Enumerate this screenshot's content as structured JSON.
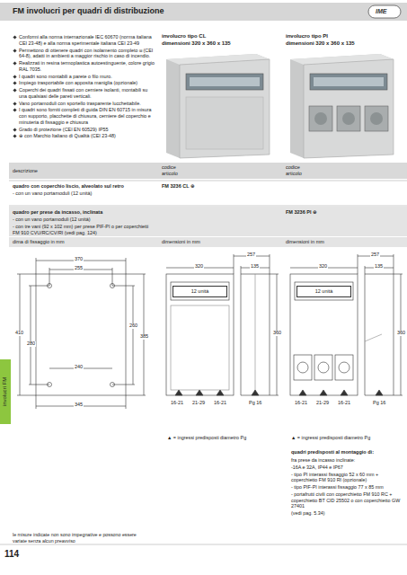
{
  "diagram": {
    "title": "FM involucri per quadri di distribuzione",
    "nodes": [
      {
        "text": [
          "12 unità"
        ]
      },
      {
        "text": [
          "12 unità"
        ]
      },
      {
        "text": [
          "involucri FM"
        ]
      }
    ],
    "labels": [
      "IME",
      "Conformi alla norma internazionale IEC 60670 (norma italiana CEI 23-48) e alla norma sperimentale italiana CEI 23-49",
      "Permettono di ottenere quadri con isolamento completo ⧈ (CEI 64-8), adatti in ambienti a maggior rischio in caso di incendio.",
      "Realizzati in resina termoplastica autoestinguente, colore grigio RAL 7035.",
      "I quadri sono montabili a parete o filo muro.",
      "Impiego trasportabile con apposita maniglia (opzionale)",
      "Coperchi dei quadri fissati con cerniere isolanti, montabili su una qualsiasi delle pareti verticali.",
      "Vano portamoduli con sportello trasparente lucchettabile.",
      "I quadri sono forniti completi di guida DIN EN 60715 in misura con supporto, placchette di chiusura, cerniere del coperchio e minuteria di fissaggio e chiusura",
      "Grado di protezione (CEI EN 60529) IP55",
      "⊕ con Marchio Italiano di Qualità (CEI 23-48)",
      "involucro tipo CL",
      "dimensioni 320 x 360 x 135",
      "involucro tipo PI",
      "dimensioni 320 x 360 x 135",
      "descrizione",
      "codice articolo",
      "codice articolo",
      "quadro con coperchio liscio, alveolato sul retro",
      "- con un vano portamoduli (12 unità)",
      "FM 3236 CL ⊕",
      "quadro per prese da incasso, inclinata",
      "- con un vano portamoduli (12 unità)",
      "- con tre vani (92 x 102 mm) per prese PIF-PI o per coperchietti FM 910 CVU/RC/CV/RI (vedi pag. 124)",
      "FM 3236 PI ⊕",
      "dima di fissaggio in mm",
      "dimensioni in mm",
      "dimensioni in mm",
      "370",
      "255",
      "410",
      "280",
      "260",
      "385",
      "240",
      "345",
      "320",
      "257",
      "135",
      "360",
      "16-21",
      "21-29",
      "16-21",
      "Pg 16",
      "320",
      "257",
      "135",
      "360",
      "16-21",
      "21-29",
      "16-21",
      "Pg 16",
      "▲ = ingressi predisposti diametro Pg",
      "▲ = ingressi predisposti diametro Pg",
      "quadri predisposti al montaggio di:",
      "fra prese da incasso inclinate:",
      "-16A e 32A, IP44 e IP67",
      "- tipo PI interassi fissaggio 52 x 60 mm + coperchietto FM 910 RI (opzionale)",
      "- tipo PIF-PI interassi fissaggio 77 x 85 mm",
      "- portafrutti civili con coperchietto FM 910 RC + coperchietto BT CID 25502 o con coperchietto GW 27401",
      "(vedi pag. 5.34)",
      "le misure indicate non sono impegnative e possono essere variate senza alcun preavviso",
      "114"
    ]
  }
}
